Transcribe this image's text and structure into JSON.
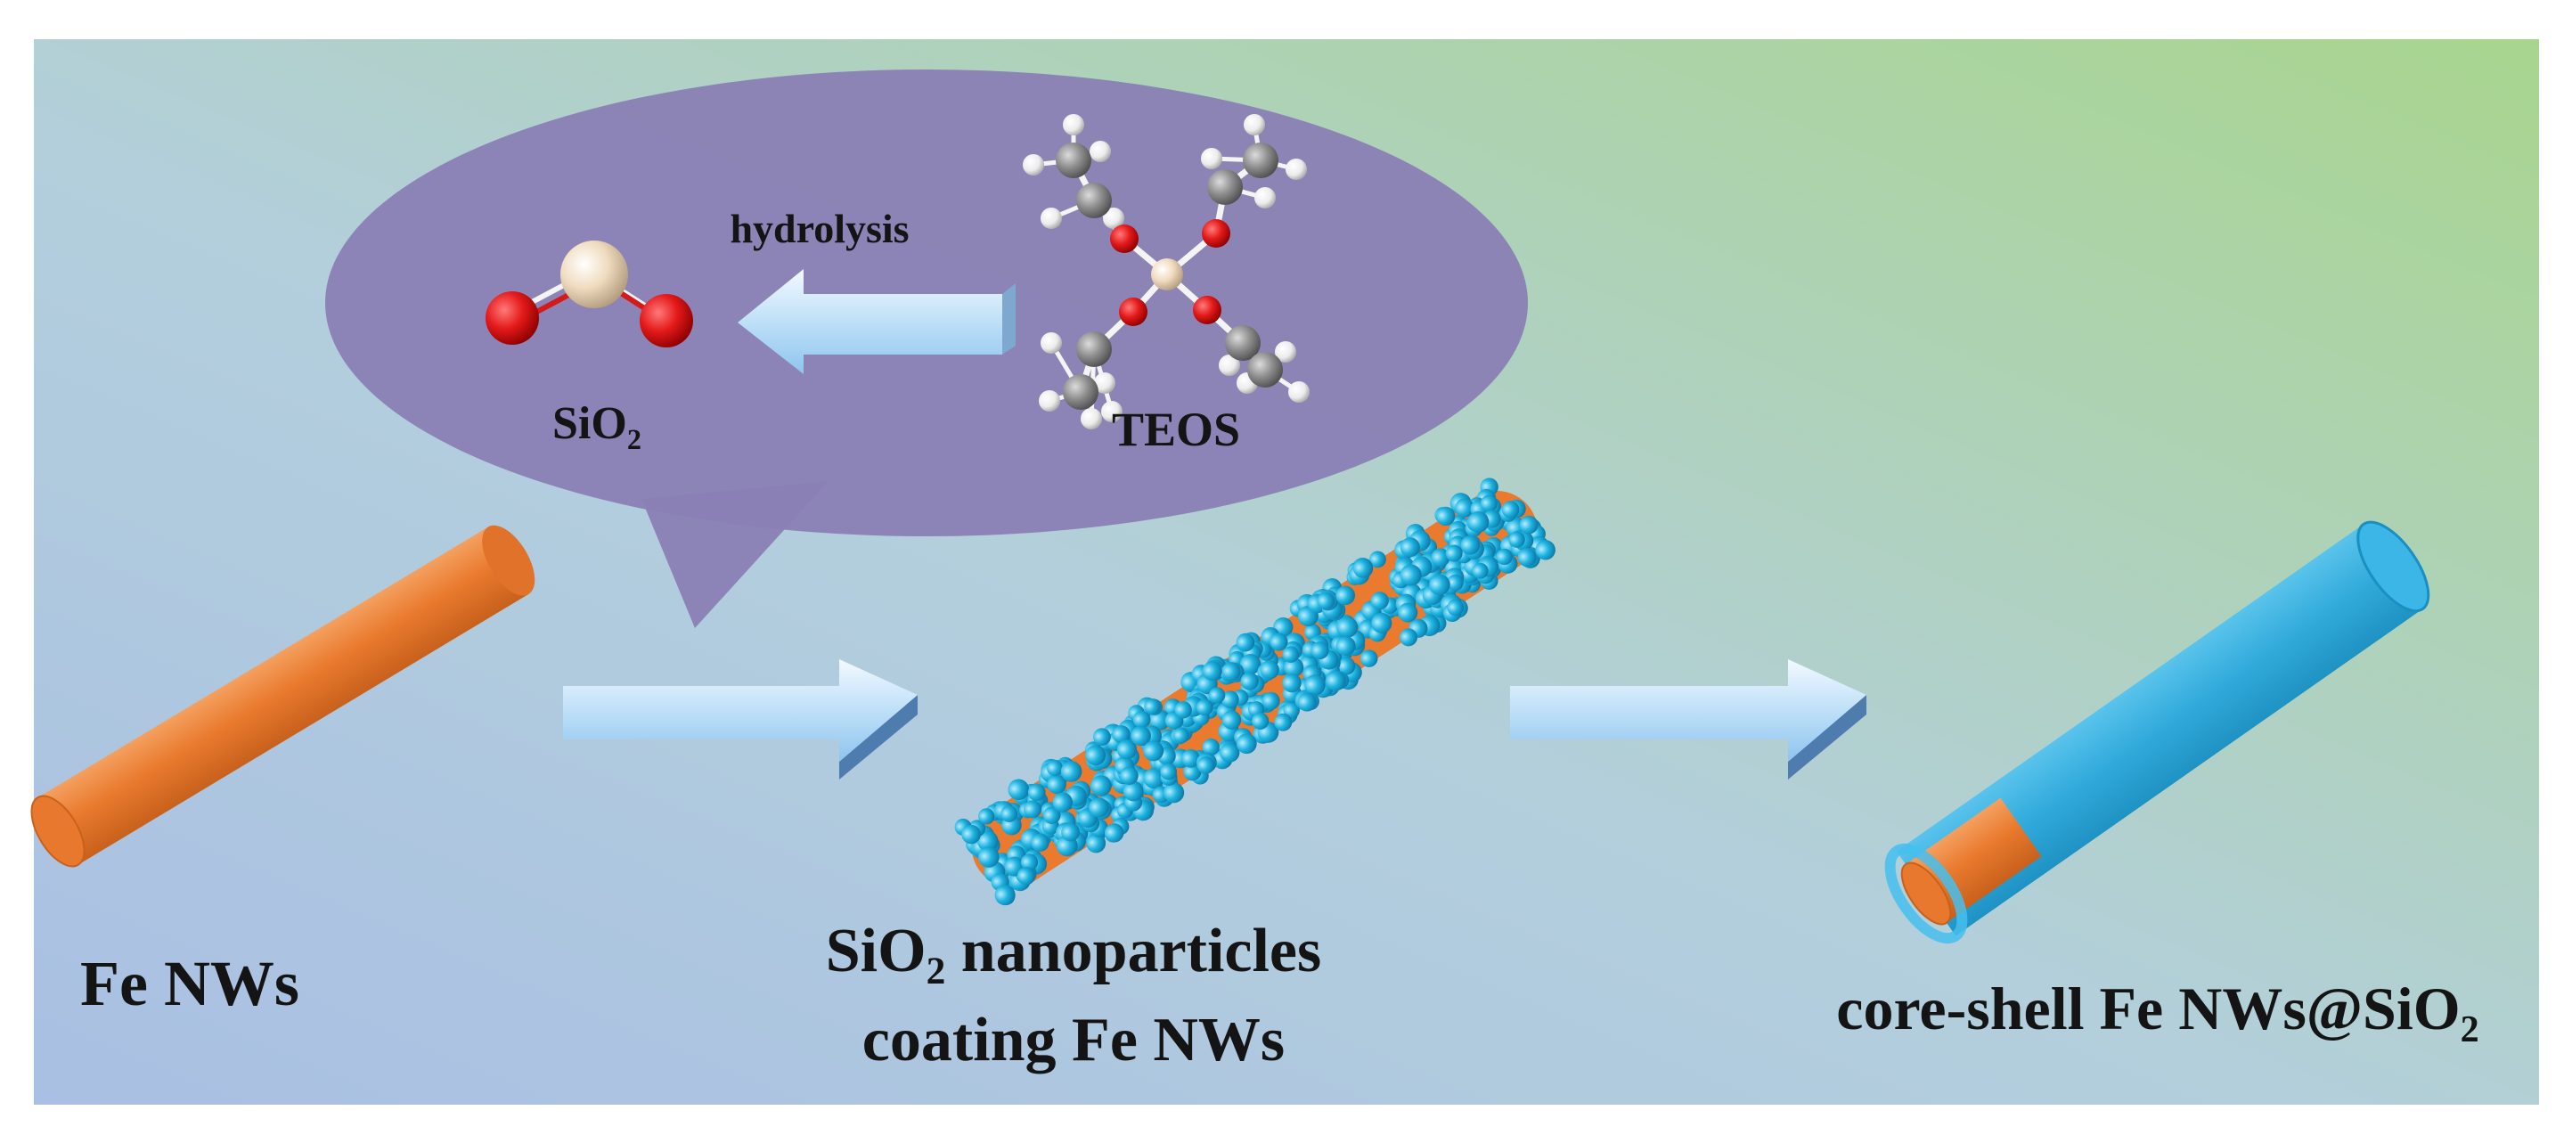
{
  "bubble": {
    "sio2_label": "SiO",
    "sio2_sub": "2",
    "hydrolysis_label": "hydrolysis",
    "teos_label": "TEOS"
  },
  "stages": {
    "fe_nw_label": "Fe NWs",
    "coated_line1_main": "SiO",
    "coated_line1_sub": "2",
    "coated_line1_rest": " nanoparticles",
    "coated_line2": "coating Fe NWs",
    "core_shell_main": "core-shell Fe NWs@SiO",
    "core_shell_sub": "2"
  },
  "colors": {
    "iron": "#e97a2e",
    "silica_particle": "#1eb4e0",
    "shell": "#2aa8dc",
    "oxygen": "#e41a1a",
    "silicon": "#f0dcc0",
    "carbon": "#8f8f8f",
    "hydrogen": "#f2f2f2",
    "bubble": "#8a7fb4",
    "arrow": "#a9d4f5"
  }
}
